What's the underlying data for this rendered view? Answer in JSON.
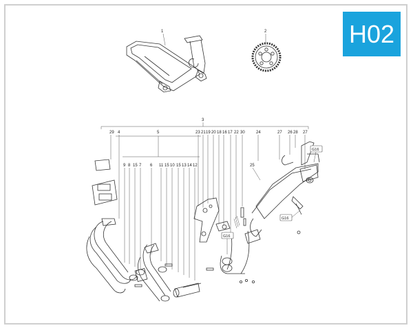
{
  "page": {
    "badge_code": "H02",
    "badge_color": "#1aa3dd",
    "frame_color": "#cfcfcf"
  },
  "callouts": {
    "c1": "1",
    "c2": "2",
    "c3": "3",
    "c29": "29",
    "c4": "4",
    "c5": "5",
    "c23": "23",
    "c21": "21",
    "c19": "19",
    "c20": "20",
    "c18": "18",
    "c16": "16",
    "c17": "17",
    "c22": "22",
    "c30": "30",
    "c24": "24",
    "c27a": "27",
    "c26": "26",
    "c28": "28",
    "c27b": "27",
    "c9": "9",
    "c8": "8",
    "c15a": "15",
    "c7": "7",
    "c6": "6",
    "c11": "11",
    "c15b": "15",
    "c10": "10",
    "c15c": "15",
    "c13": "13",
    "c14": "14",
    "c12": "12",
    "c25": "25"
  },
  "tags": {
    "g16_top": "G16",
    "g16_right": "G16",
    "g16_mid": "G16"
  },
  "icons": [
    "paddock-stand-drawing",
    "rear-sprocket-drawing",
    "exhaust-system-drawing"
  ]
}
